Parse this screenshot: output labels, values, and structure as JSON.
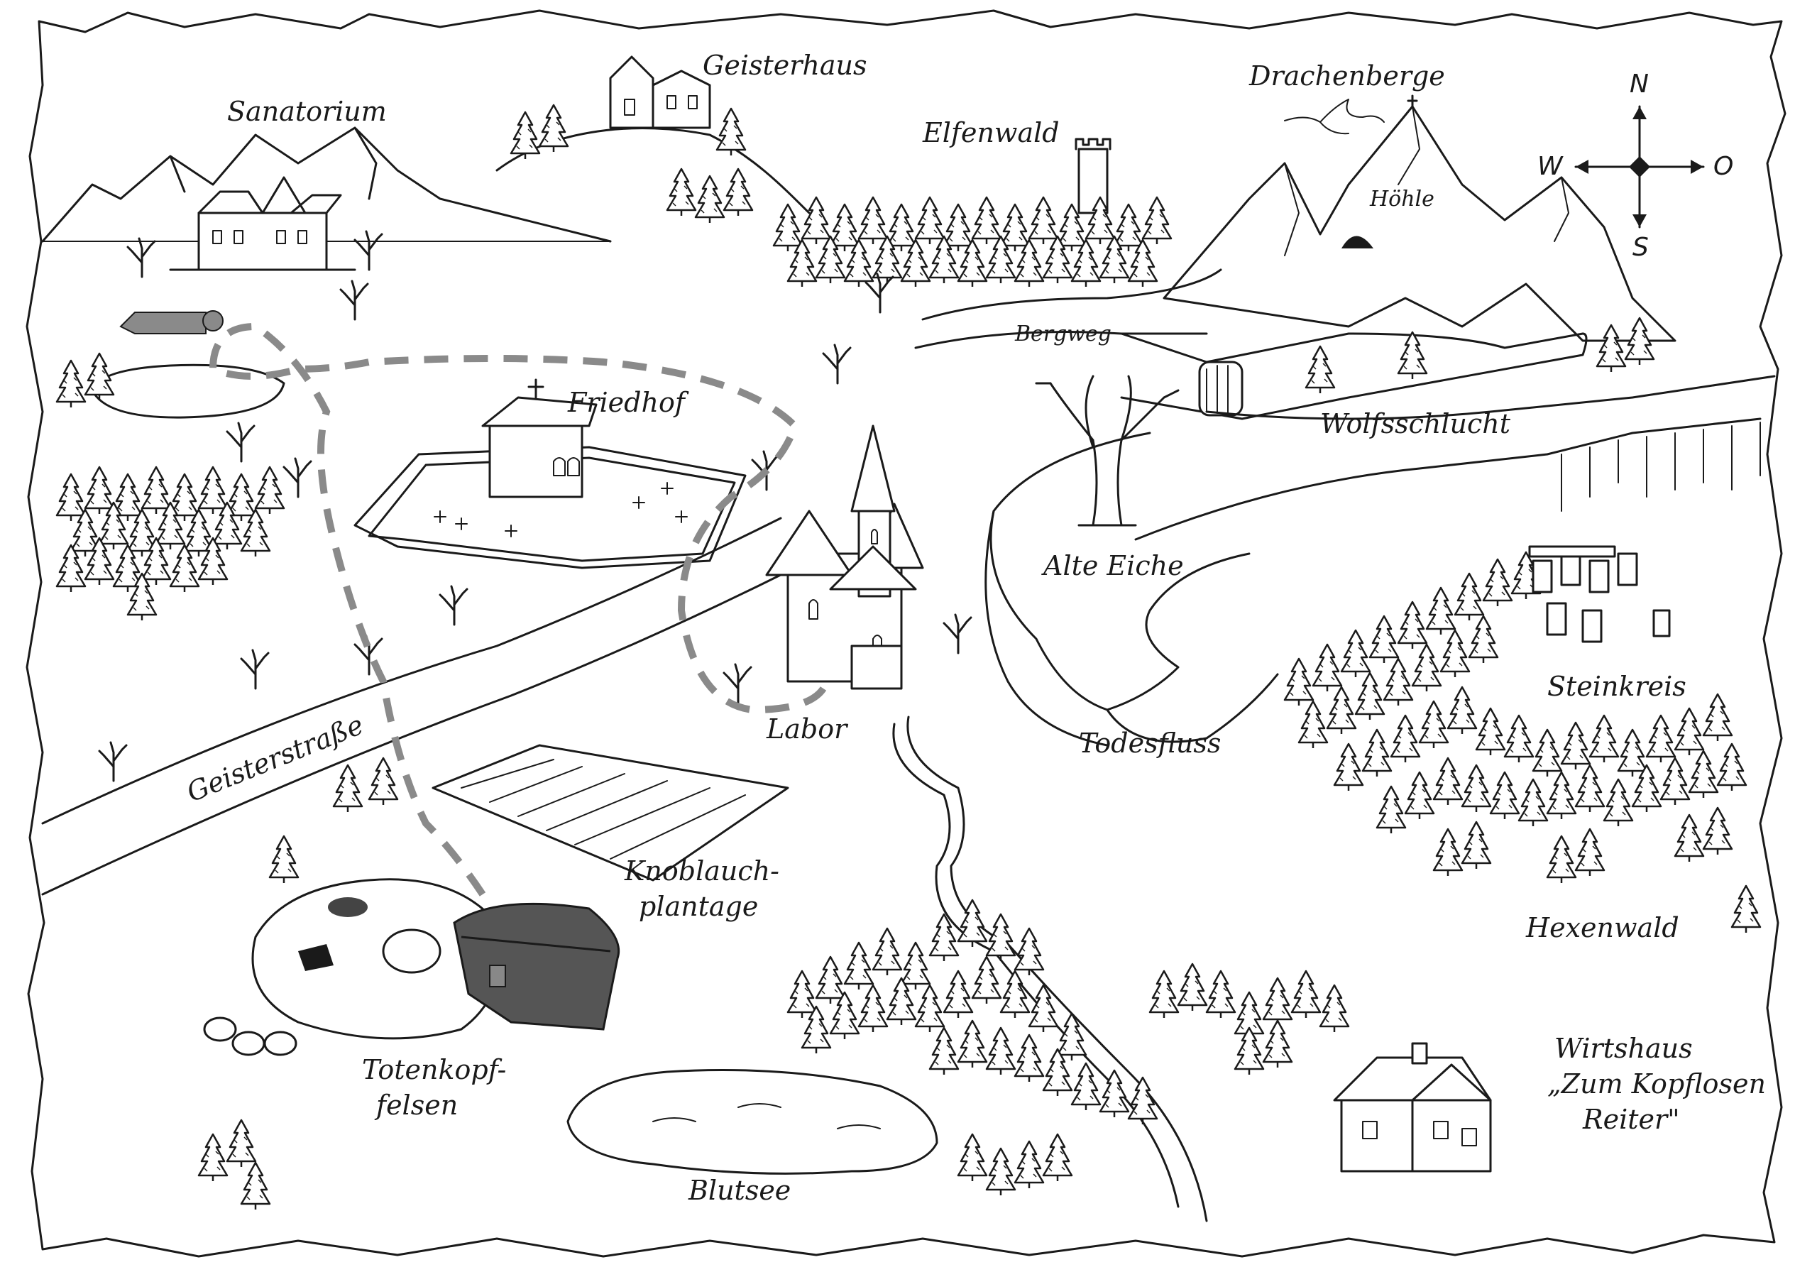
{
  "map": {
    "compass": {
      "north": "N",
      "east": "O",
      "south": "S",
      "west": "W"
    },
    "labels": {
      "sanatorium": "Sanatorium",
      "geisterhaus": "Geisterhaus",
      "elfenwald": "Elfenwald",
      "drachenberge": "Drachenberge",
      "hoehle": "Höhle",
      "bergweg": "Bergweg",
      "wolfsschlucht": "Wolfsschlucht",
      "friedhof": "Friedhof",
      "alte_eiche": "Alte Eiche",
      "steinkreis": "Steinkreis",
      "labor": "Labor",
      "todesfluss": "Todesfluss",
      "geisterstrasse": "Geisterstraße",
      "knoblauch_1": "Knoblauch-",
      "knoblauch_2": "plantage",
      "hexenwald": "Hexenwald",
      "totenkopf_1": "Totenkopf-",
      "totenkopf_2": "felsen",
      "blutsee": "Blutsee",
      "wirtshaus_1": "Wirtshaus",
      "wirtshaus_2": "„Zum Kopflosen",
      "wirtshaus_3": "Reiter\""
    },
    "colors": {
      "ink": "#1a1a1a",
      "paper": "#ffffff",
      "route": "#8a8a8a",
      "chest": "#555555"
    }
  }
}
